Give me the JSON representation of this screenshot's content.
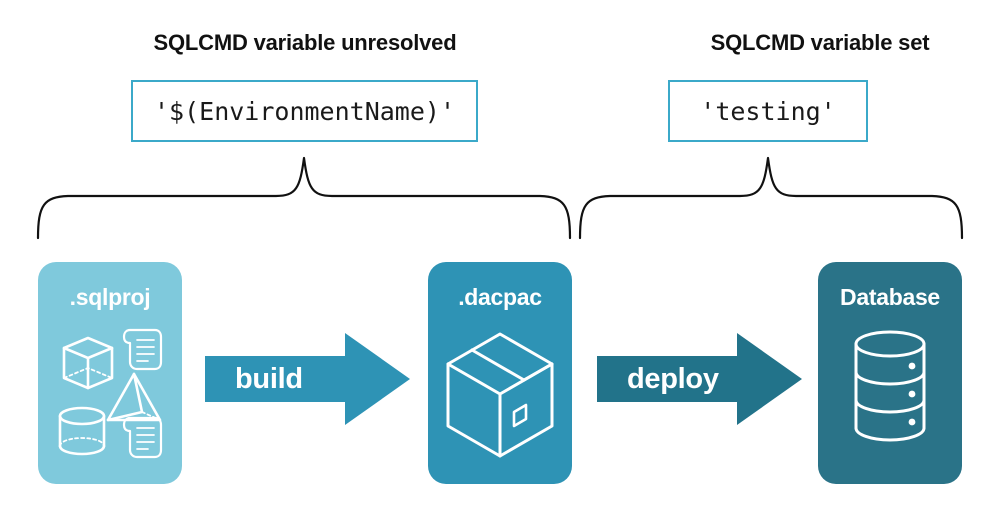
{
  "diagram": {
    "title_left": "SQLCMD variable unresolved",
    "title_right": "SQLCMD variable set",
    "value_unresolved": "'$(EnvironmentName)'",
    "value_set": "'testing'",
    "stages": [
      {
        "label": ".sqlproj",
        "color": "#7FC9DC",
        "art": "project-shapes-icon"
      },
      {
        "label": ".dacpac",
        "color": "#2E93B5",
        "art": "package-box-icon"
      },
      {
        "label": "Database",
        "color": "#2A7388",
        "art": "database-cylinder-icon"
      }
    ],
    "arrows": [
      {
        "label": "build",
        "color": "#2E93B5"
      },
      {
        "label": "deploy",
        "color": "#22738A"
      }
    ],
    "colors": {
      "border_accent": "#3BA9C9",
      "brace_stroke": "#111111",
      "text": "#111111",
      "background": "#ffffff",
      "icon_stroke": "#ffffff"
    }
  }
}
